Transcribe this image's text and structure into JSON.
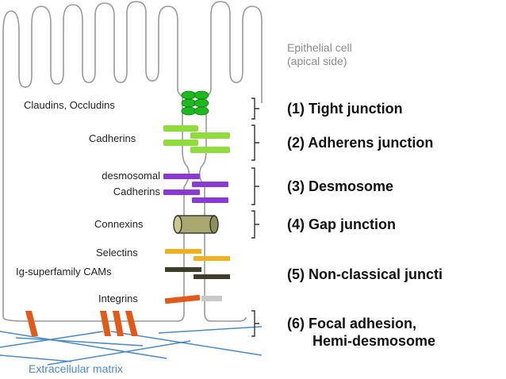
{
  "cell_caption": {
    "line1": "Epithelial cell",
    "line2": "(apical side)"
  },
  "ecm_caption": "Extracellular matrix",
  "molecules": {
    "claudins": "Claudins, Occludins",
    "cadherins": "Cadherins",
    "desmo_1": "desmosomal",
    "desmo_2": "Cadherins",
    "connexins": "Connexins",
    "selectins": "Selectins",
    "ig_cams": "Ig-superfamily CAMs",
    "integrins": "Integrins"
  },
  "junctions": {
    "tight": "(1) Tight junction",
    "adherens": "(2) Adherens junction",
    "desmosome": "(3) Desmosome",
    "gap": "(4) Gap junction",
    "nonclassical": "(5) Non-classical juncti",
    "focal_1": "(6) Focal adhesion,",
    "focal_2": "Hemi-desmosome"
  },
  "colors": {
    "tight": "#1fb81f",
    "adherens": "#8fdc3c",
    "desmosome": "#8a3ad0",
    "gap": "#a8a870",
    "selectin": "#f0b020",
    "ig": "#3e3e28",
    "integrin_a": "#e05a1a",
    "integrin_b": "#c8c8c8",
    "ecm": "#4a8ac8"
  }
}
